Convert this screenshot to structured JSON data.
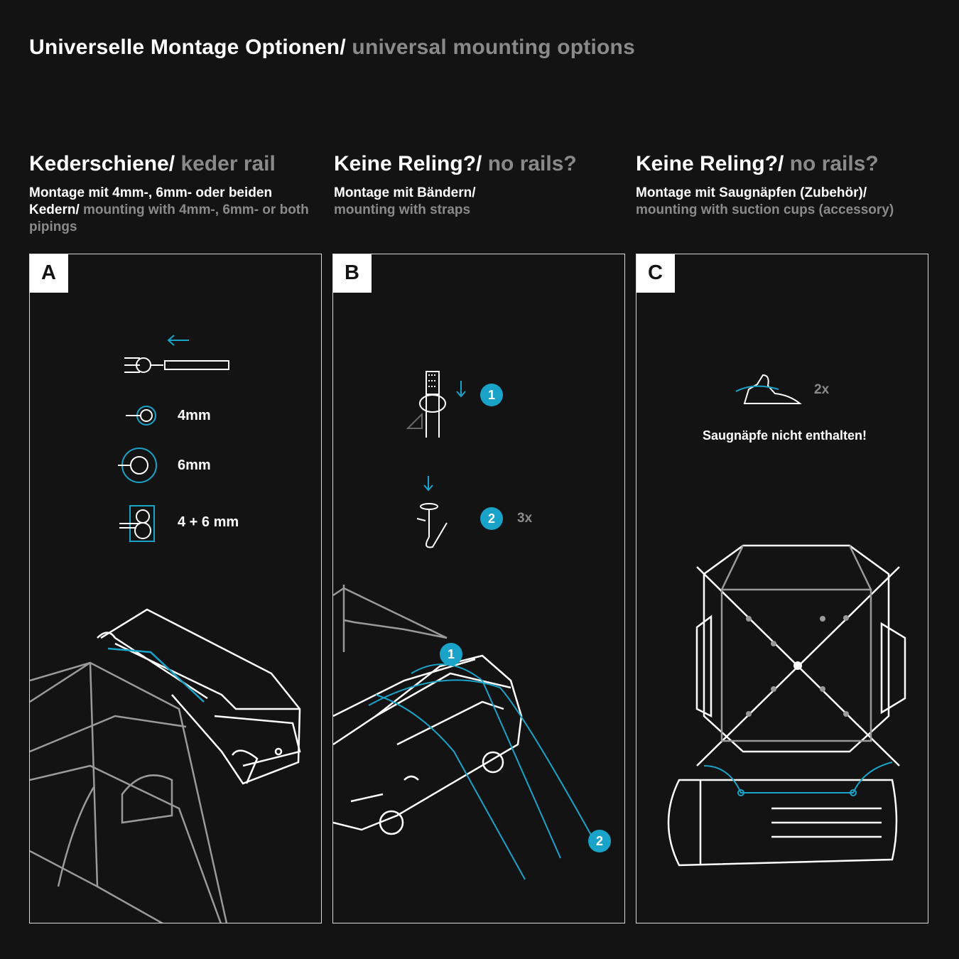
{
  "header": {
    "title_de": "Universelle Montage Optionen/",
    "title_en": "universal mounting options"
  },
  "colors": {
    "accent": "#1aa3c9",
    "background": "#131313",
    "muted": "#8a8a8a"
  },
  "columns": [
    {
      "heading_de": "Kederschiene/",
      "heading_en": "keder rail",
      "sub_de": "Montage mit 4mm-, 6mm- oder beiden Kedern/",
      "sub_en": "mounting with 4mm-, 6mm- or both pipings"
    },
    {
      "heading_de": "Keine Reling?/",
      "heading_en": "no rails?",
      "sub_de": "Montage mit Bändern/",
      "sub_en": "mounting with straps"
    },
    {
      "heading_de": "Keine Reling?/",
      "heading_en": "no rails?",
      "sub_de": "Montage mit Saugnäpfen (Zubehör)/",
      "sub_en": "mounting with suction cups (accessory)"
    }
  ],
  "panels": {
    "a": {
      "letter": "A",
      "opt_4mm": "4mm",
      "opt_6mm": "6mm",
      "opt_both": "4 + 6 mm"
    },
    "b": {
      "letter": "B",
      "step1": "1",
      "step2": "2",
      "qty": "3x",
      "car_step1": "1",
      "car_step2": "2"
    },
    "c": {
      "letter": "C",
      "qty": "2x",
      "note": "Saugnäpfe nicht enthalten!"
    }
  },
  "icons": [
    "left-arrow-icon",
    "keder-rail-icon",
    "piping-4mm-icon",
    "piping-6mm-icon",
    "piping-both-icon",
    "strap-icon",
    "down-arrow-icon",
    "tent-peg-icon",
    "suction-cup-icon",
    "van-tent-illustration",
    "car-straps-illustration",
    "tent-top-view-illustration"
  ]
}
